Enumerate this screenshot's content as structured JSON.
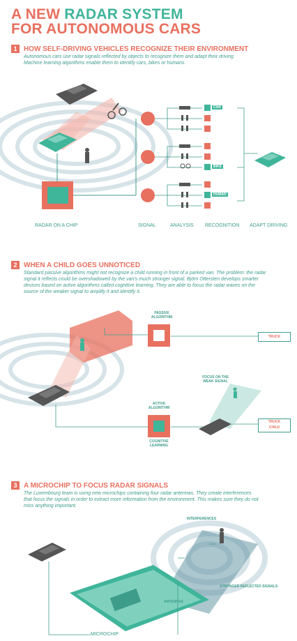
{
  "title": {
    "line1_prefix": "A NEW ",
    "line1_accent": "RADAR SYSTEM",
    "line2": "FOR AUTONOMOUS CARS"
  },
  "section1": {
    "number": "1",
    "heading": "HOW SELF-DRIVING VEHICLES RECOGNIZE THEIR ENVIRONMENT",
    "text": "Autonomous cars use radar signals reflected by objects to recognize them and adapt their driving. Machine learning algorithms enable them to identify cars, bikes or humans.",
    "tags": [
      "CAR",
      "BIKE",
      "HUMAN"
    ],
    "labels": [
      "RADAR ON A CHIP",
      "SIGNAL",
      "ANALYSIS",
      "RECOGNITION",
      "ADAPT DRIVING"
    ]
  },
  "section2": {
    "number": "2",
    "heading": "WHEN A CHILD GOES UNNOTICED",
    "text": "Standard passive algorithms might not recognize a child running in front of a parked van. The problem: the radar signal it reflects could be overshadowed by the van's much stronger signal. Björn Ottersten develops smarter devices based on active algorithms called cognitive learning. They are able to focus the radar waves on the source of the weaker signal to amplify it and identify it.",
    "passive": "PASSIVE ALGORITHM",
    "active": "ACTIVE ALGORITHM",
    "cognitive": "COGNITIVE LEARNING",
    "focus": "FOCUS ON THE WEAK SIGNAL",
    "out1": "TRUCK",
    "out2a": "TRUCK",
    "out2b": "CHILD"
  },
  "section3": {
    "number": "3",
    "heading": "A MICROCHIP TO FOCUS RADAR SIGNALS",
    "text": "The Luxembourg team is using new microchips containing four radar antennas. They create interferences that focus the signals in order to extract more information from the environment. This makes sure they do not miss anything important.",
    "interferences": "INTERFERENCES",
    "stronger": "STRONGER REFLECTED SIGNALS",
    "antennas": "ANTENNAS",
    "microchip": "MICROCHIP"
  },
  "colors": {
    "coral": "#e8705f",
    "teal": "#3fb59a",
    "dark": "#4a4a4a"
  }
}
